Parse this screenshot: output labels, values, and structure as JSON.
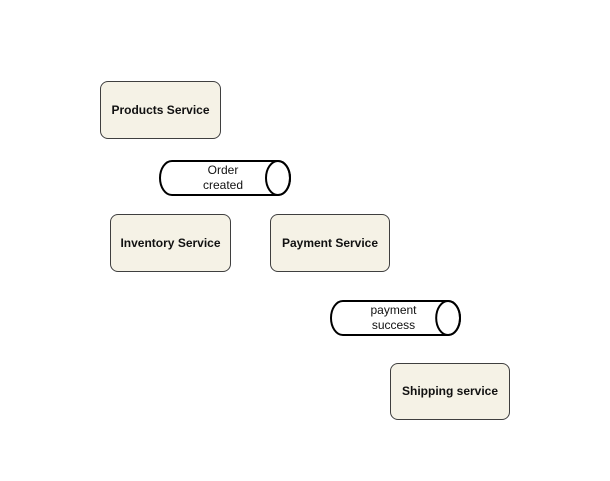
{
  "canvas": {
    "background": "#ffffff"
  },
  "colors": {
    "canvas_bg": "#ffffff",
    "service_fill": "#f5f2e6",
    "service_border": "#3f3f3f",
    "queue_fill": "#ffffff",
    "queue_stroke": "#000000",
    "text_color": "#111111"
  },
  "nodes": {
    "services": [
      {
        "id": "products-service",
        "label": "Products Service"
      },
      {
        "id": "inventory-service",
        "label": "Inventory Service"
      },
      {
        "id": "payment-service",
        "label": "Payment Service"
      },
      {
        "id": "shipping-service",
        "label": "Shipping service"
      }
    ],
    "queues": [
      {
        "id": "order-created-queue",
        "label": "Order\ncreated",
        "shape": "horizontal-cylinder"
      },
      {
        "id": "payment-success-queue",
        "label": "payment\nsuccess",
        "shape": "horizontal-cylinder"
      }
    ]
  }
}
